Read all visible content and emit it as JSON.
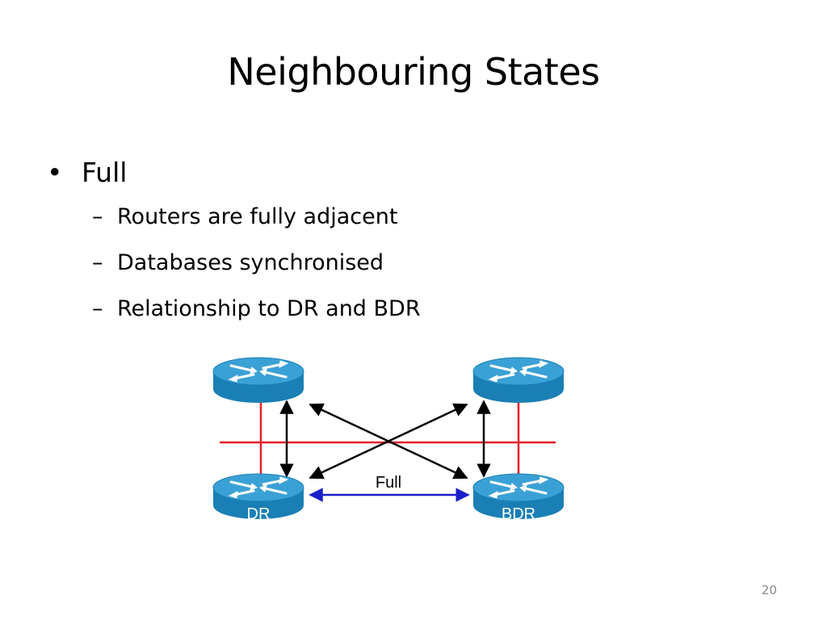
{
  "slide": {
    "title": "Neighbouring States",
    "bullets": [
      {
        "text": "Full",
        "marker": "•",
        "sub": [
          {
            "marker": "–",
            "text": "Routers are fully adjacent"
          },
          {
            "marker": "–",
            "text": "Databases synchronised"
          },
          {
            "marker": "–",
            "text": "Relationship to DR and BDR"
          }
        ]
      }
    ],
    "page_number": "20"
  },
  "diagram": {
    "routers": {
      "top_left": {
        "icon": "router-icon",
        "label": ""
      },
      "top_right": {
        "icon": "router-icon",
        "label": ""
      },
      "bottom_left": {
        "icon": "router-icon",
        "label": "DR"
      },
      "bottom_right": {
        "icon": "router-icon",
        "label": "BDR"
      }
    },
    "link_label": "Full",
    "colors": {
      "router_body": "#1a7fb5",
      "router_top": "#3aa1d6",
      "network_line": "#e8202a",
      "adjacency_arrow": "#000000",
      "full_arrow": "#1a1fc9"
    }
  }
}
